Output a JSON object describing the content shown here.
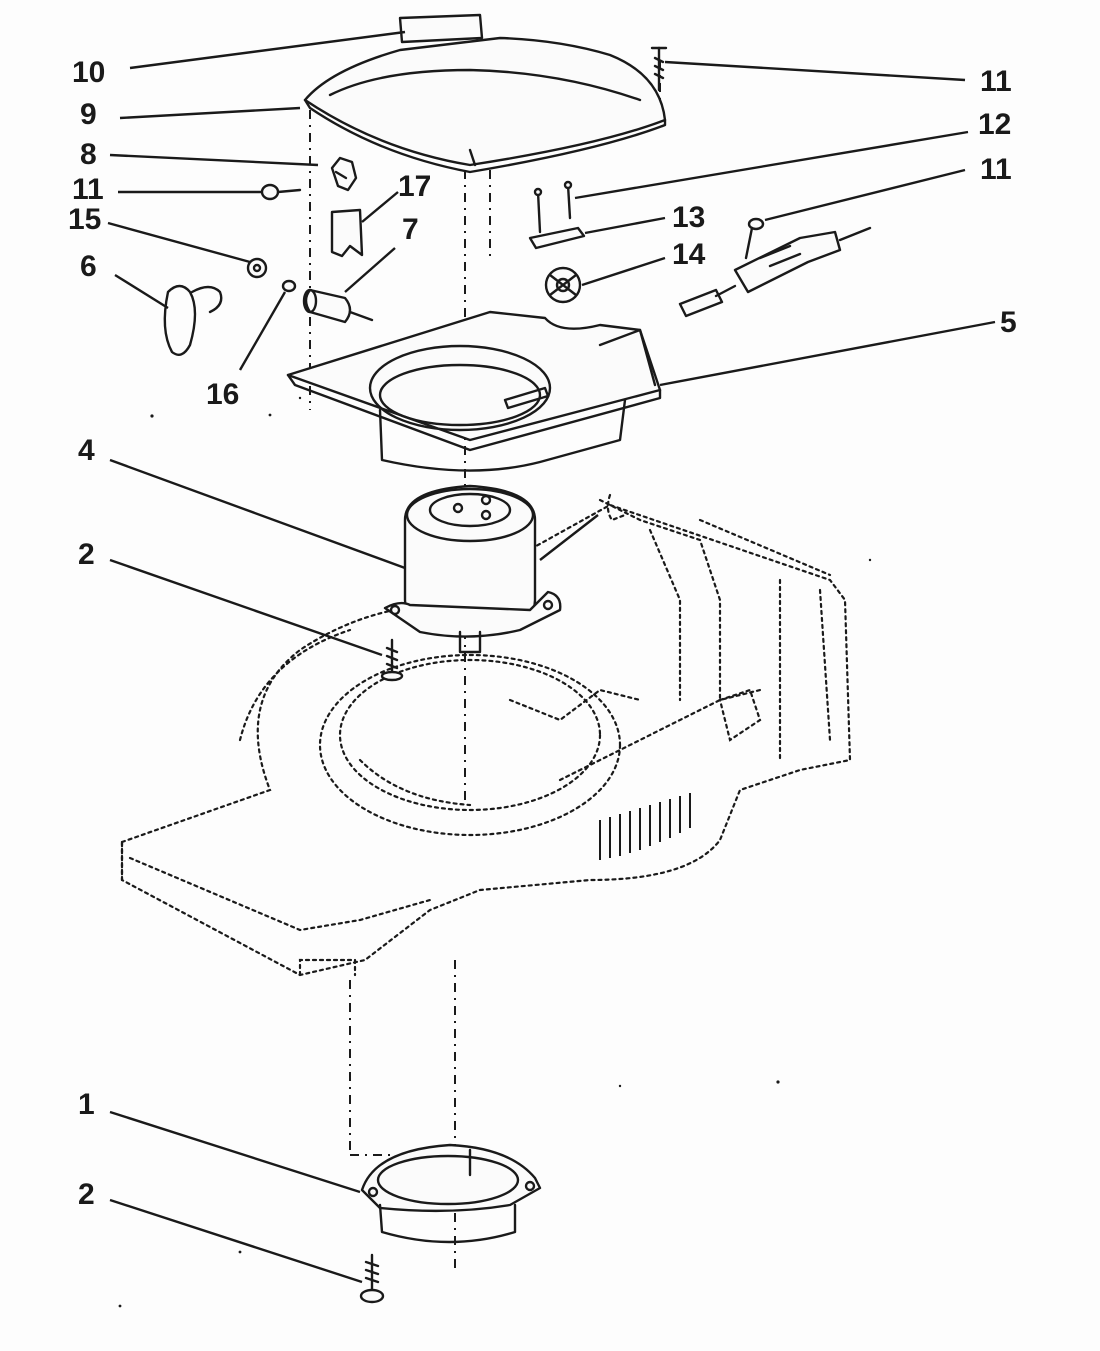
{
  "callouts": [
    {
      "id": "c10",
      "label": "10"
    },
    {
      "id": "c9",
      "label": "9"
    },
    {
      "id": "c8",
      "label": "8"
    },
    {
      "id": "c11a",
      "label": "11"
    },
    {
      "id": "c15",
      "label": "15"
    },
    {
      "id": "c6",
      "label": "6"
    },
    {
      "id": "c17",
      "label": "17"
    },
    {
      "id": "c7",
      "label": "7"
    },
    {
      "id": "c16",
      "label": "16"
    },
    {
      "id": "c11b",
      "label": "11"
    },
    {
      "id": "c12",
      "label": "12"
    },
    {
      "id": "c11c",
      "label": "11"
    },
    {
      "id": "c13",
      "label": "13"
    },
    {
      "id": "c14",
      "label": "14"
    },
    {
      "id": "c5",
      "label": "5"
    },
    {
      "id": "c4",
      "label": "4"
    },
    {
      "id": "c2a",
      "label": "2"
    },
    {
      "id": "c1",
      "label": "1"
    },
    {
      "id": "c2b",
      "label": "2"
    }
  ],
  "colors": {
    "ink": "#1a1a1a",
    "paper": "#fdfdfd"
  }
}
